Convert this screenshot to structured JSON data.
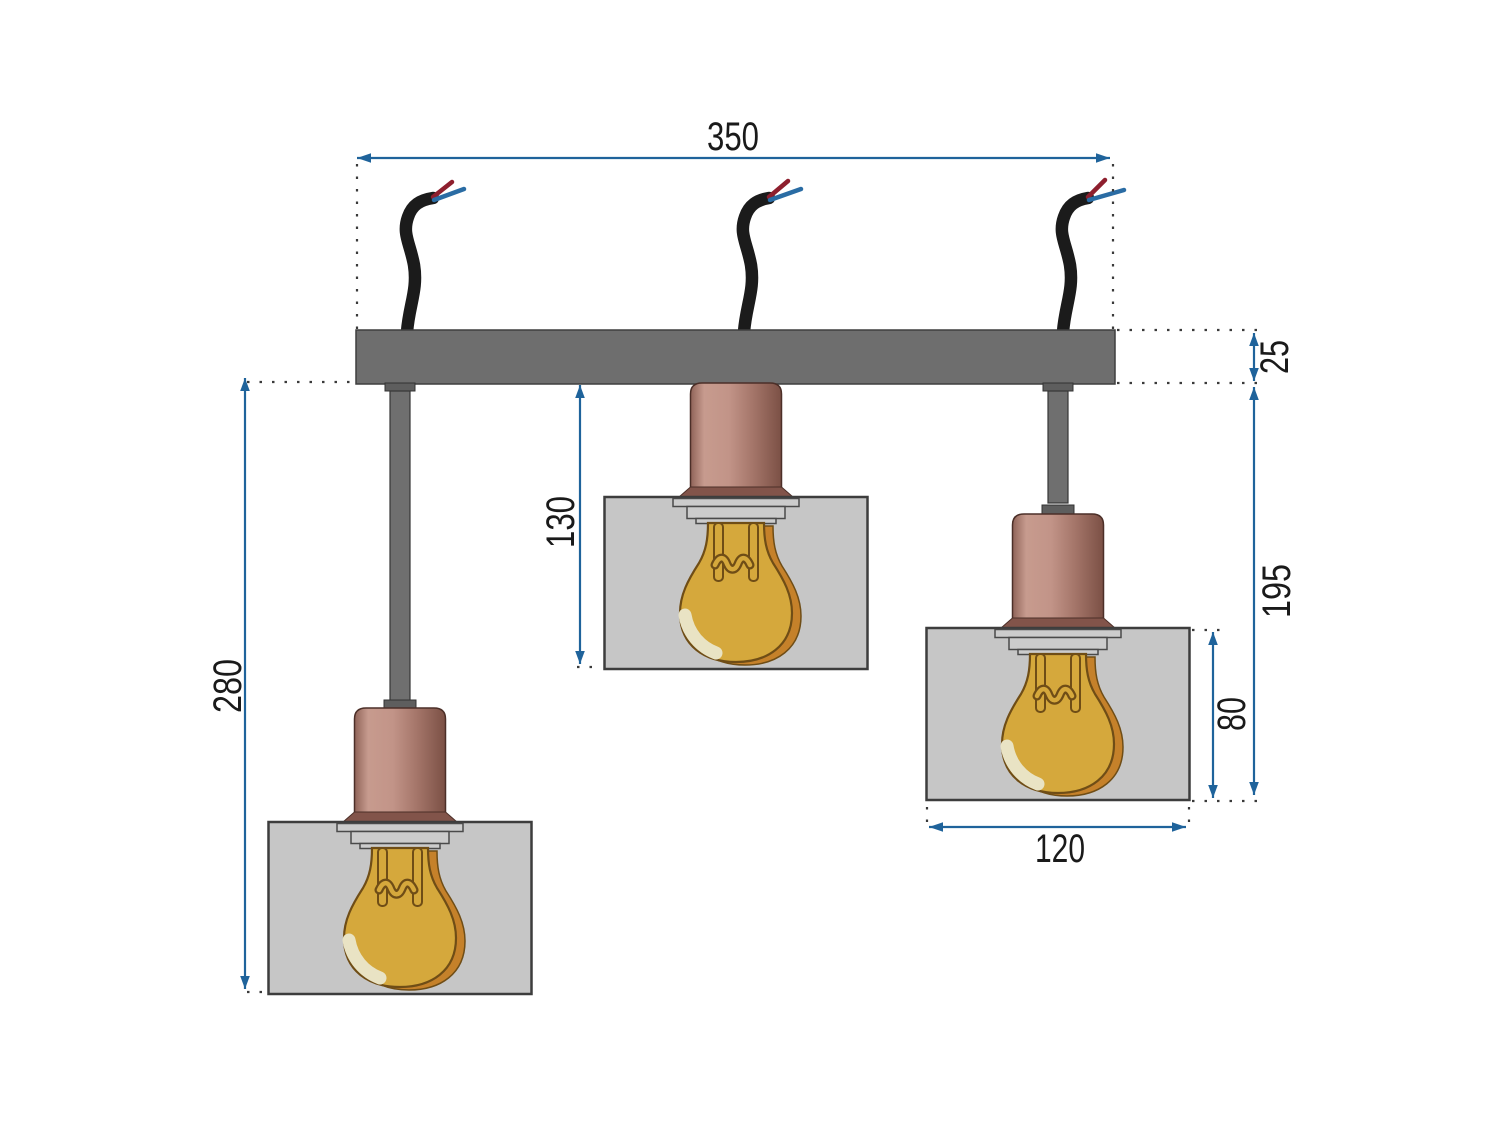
{
  "dimensions": {
    "overall_width": "350",
    "canopy_thickness": "25",
    "middle_pendant_drop": "130",
    "right_pendant_drop": "195",
    "left_pendant_drop": "280",
    "shade_height": "80",
    "shade_width": "120"
  },
  "colors": {
    "dim": "#1f639b",
    "text": "#1a1a1a",
    "outline": "#3a3a3a",
    "bar": "#6e6e6e",
    "rod": "#6f6f6f",
    "lip": "#5e5e5e",
    "shade": "#c6c6c6",
    "collar": "#cccccc",
    "socket_light": "#c79b8e",
    "socket_dark": "#7b5045",
    "flange": "#82544a",
    "bulb": "#d5a83c",
    "bulb_shadow": "#c5812a",
    "bulb_outline": "#6f4d16",
    "highlight": "#e9e3c4",
    "wire": "#1b1b1b",
    "wire_red": "#8e1f2e",
    "wire_blue": "#2a6ca4"
  }
}
